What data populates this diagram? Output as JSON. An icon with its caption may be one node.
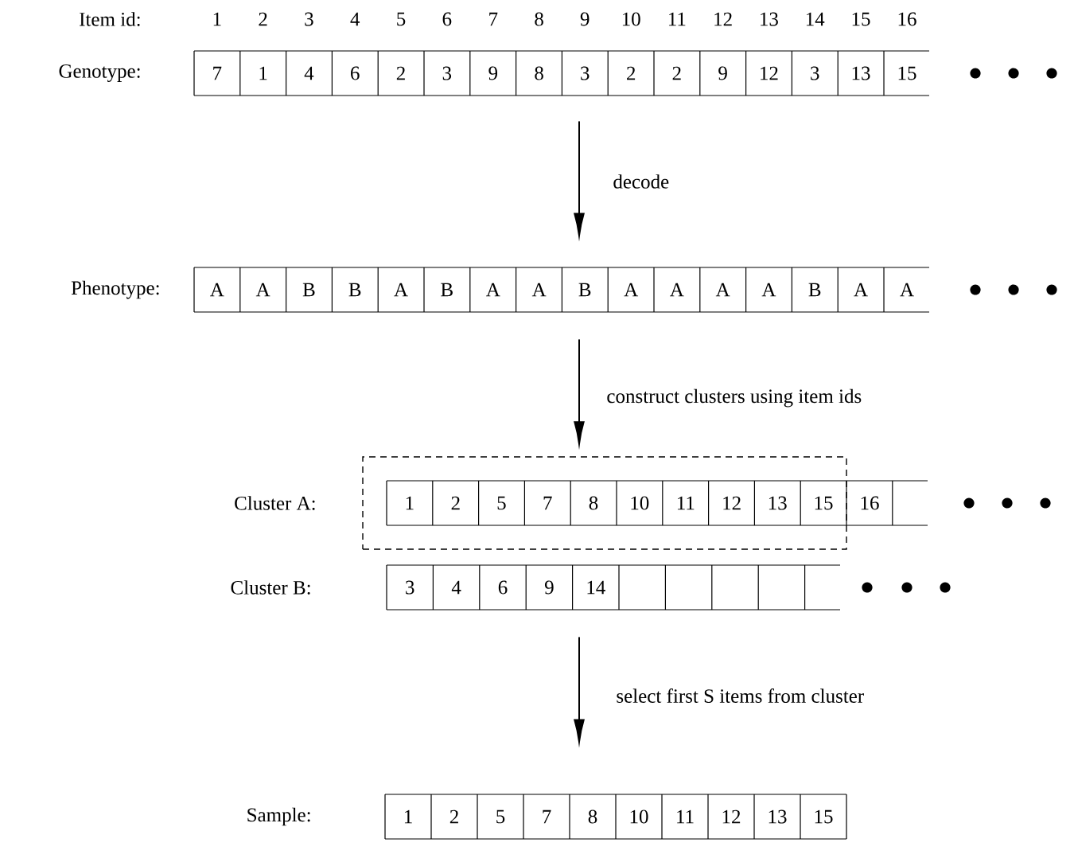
{
  "diagram": {
    "nodes": [
      {
        "text": [
          "7",
          "1",
          "4",
          "6",
          "2",
          "3",
          "9",
          "8",
          "3",
          "2",
          "2",
          "9",
          "12",
          "3",
          "13",
          "15"
        ],
        "beside": [
          "Genotype:"
        ]
      },
      {
        "text": [
          "A",
          "A",
          "B",
          "B",
          "A",
          "B",
          "A",
          "A",
          "B",
          "A",
          "A",
          "A",
          "A",
          "B",
          "A",
          "A"
        ],
        "beside": [
          "Phenotype:"
        ]
      },
      {
        "text": [],
        "shape": "box"
      },
      {
        "text": [
          "1",
          "2",
          "5",
          "7",
          "8",
          "10",
          "11",
          "12",
          "13",
          "15",
          "16"
        ],
        "beside": [
          "Cluster A:"
        ]
      },
      {
        "text": [
          "3",
          "4",
          "6",
          "9",
          "14"
        ],
        "beside": [
          "Cluster B:"
        ]
      },
      {
        "text": [
          "1",
          "2",
          "5",
          "7",
          "8",
          "10",
          "11",
          "12",
          "13",
          "15"
        ],
        "beside": [
          "Sample:"
        ]
      }
    ],
    "edges": [
      {
        "from": 0,
        "to": 1,
        "arrow": "to",
        "label": "decode"
      },
      {
        "from": 1,
        "to": 2,
        "arrow": "to",
        "label": "construct clusters using item ids"
      },
      {
        "from": 4,
        "to": 5,
        "arrow": "to",
        "label": "select first S items from cluster"
      }
    ],
    "labels": [
      "Item id:",
      "1",
      "2",
      "3",
      "4",
      "5",
      "6",
      "7",
      "8",
      "9",
      "10",
      "11",
      "12",
      "13",
      "14",
      "15",
      "16"
    ]
  }
}
